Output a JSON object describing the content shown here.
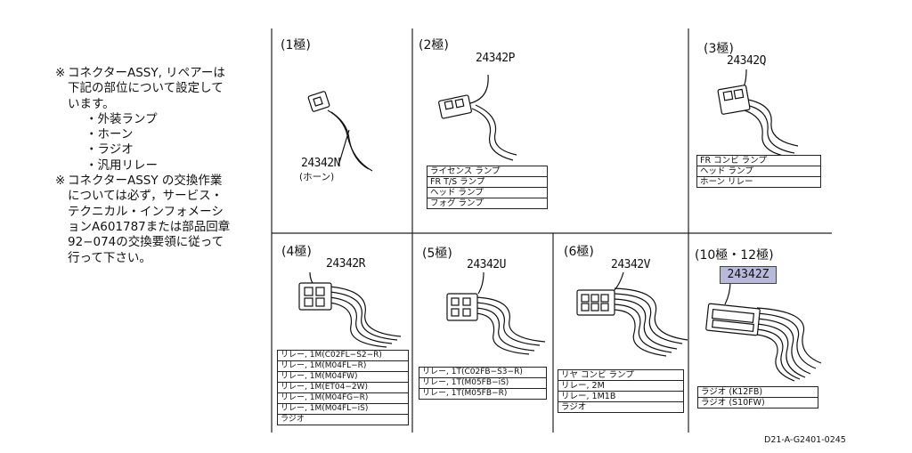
{
  "notes": {
    "line1": "コネクターASSY, リペアーは",
    "line2": "下記の部位について設定して",
    "line3": "います。",
    "items": [
      "・外装ランプ",
      "・ホーン",
      "・ラジオ",
      "・汎用リレー"
    ],
    "line4": "コネクターASSY の交換作業",
    "line5": "については必ず，サービス・",
    "line6": "テクニカル・インフォメーシ",
    "line7": "ョンA601787または部品回章",
    "line8": "92−074の交換要領に従って",
    "line9": "行って下さい。",
    "mark": "※"
  },
  "cells": {
    "c1": {
      "label": "(1極)",
      "part": "24342N",
      "sub": "(ホーン)"
    },
    "c2": {
      "label": "(2極)",
      "part": "24342P",
      "apps": [
        "ライセンス ランプ",
        "FR T/S ランプ",
        "ヘッド ランプ",
        "フォグ ランプ"
      ]
    },
    "c3": {
      "label": "(3極)",
      "part": "24342Q",
      "apps": [
        "FR コンビ ランプ",
        "ヘッド ランプ",
        "ホーン リレー"
      ]
    },
    "c4": {
      "label": "(4極)",
      "part": "24342R",
      "apps": [
        "リレー, 1M(C02FL−S2−R)",
        "リレー, 1M(M04FL−R)",
        "リレー, 1M(M04FW)",
        "リレー, 1M(ET04−2W)",
        "リレー, 1M(M04FG−R)",
        "リレー, 1M(M04FL−iS)",
        "ラジオ"
      ]
    },
    "c5": {
      "label": "(5極)",
      "part": "24342U",
      "apps": [
        "リレー, 1T(C02FB−S3−R)",
        "リレー, 1T(M05FB−iS)",
        "リレー, 1T(M05FB−R)"
      ]
    },
    "c6": {
      "label": "(6極)",
      "part": "24342V",
      "apps": [
        "リヤ コンビ ランプ",
        "リレー, 2M",
        "リレー, 1M1B",
        "ラジオ"
      ]
    },
    "c7": {
      "label": "(10極・12極)",
      "part": "24342Z",
      "apps": [
        "ラジオ (K12FB)",
        "ラジオ (S10FW)"
      ]
    }
  },
  "colors": {
    "highlight": "#b9b9dc",
    "line": "#222222"
  },
  "figure_code": "D21-A-G2401-0245"
}
